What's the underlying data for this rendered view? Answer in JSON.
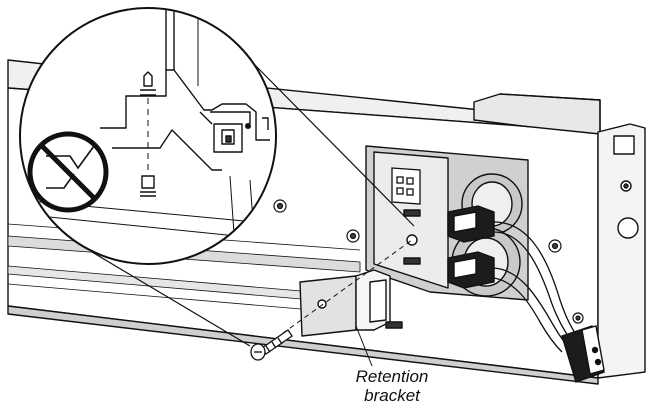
{
  "figure": {
    "callout": {
      "line1": "Retention",
      "line2": "bracket"
    },
    "colors": {
      "ink": "#111111",
      "paper": "#ffffff",
      "shade_light": "#ececec",
      "shade_mid": "#d4d4d4",
      "shade_dark": "#a9a9a9"
    },
    "icons": [
      "prohibited-icon",
      "screw-icon",
      "connector-icon",
      "magnifier-inset"
    ]
  }
}
